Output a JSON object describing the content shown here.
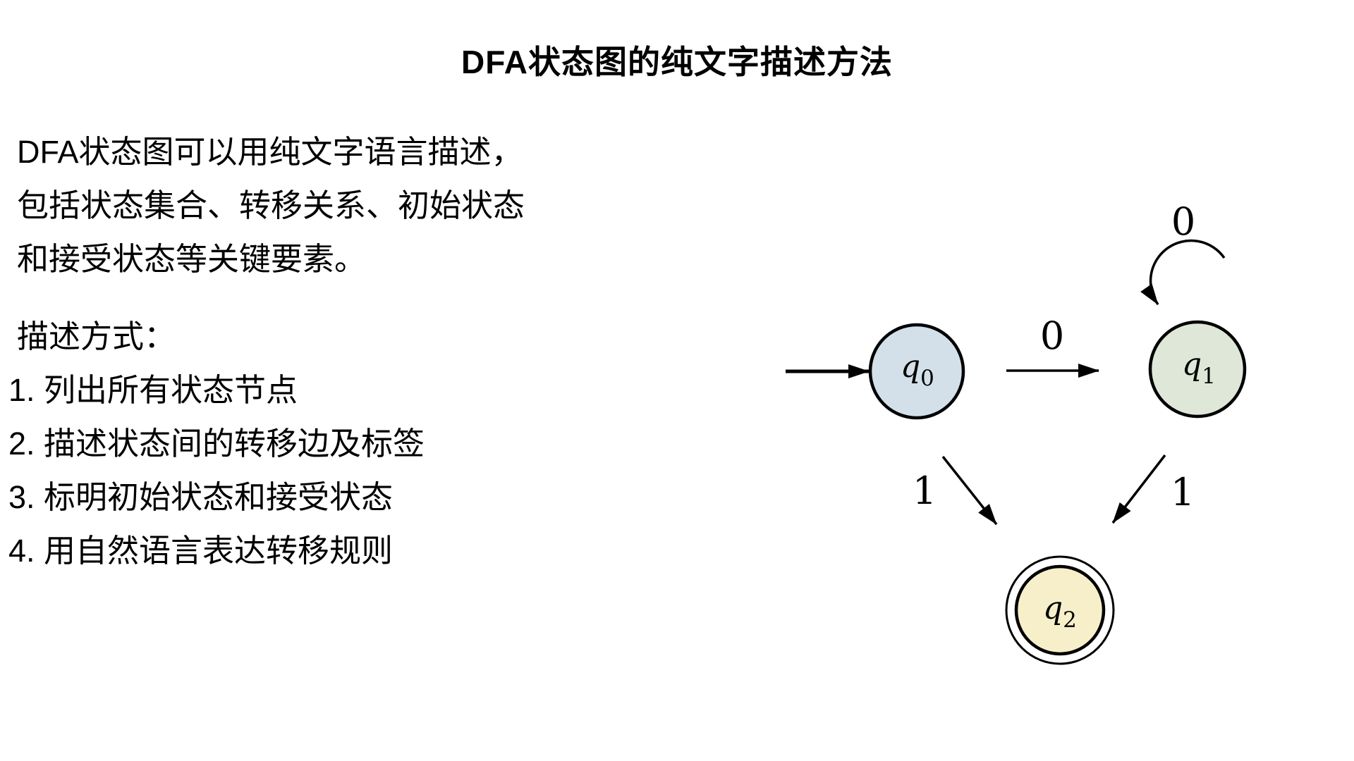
{
  "title": "DFA状态图的纯文字描述方法",
  "description": {
    "lines": [
      "DFA状态图可以用纯文字语言描述，",
      "包括状态集合、转移关系、初始状态",
      "和接受状态等关键要素。"
    ]
  },
  "method": {
    "heading": "描述方式：",
    "items": [
      "1. 列出所有状态节点",
      "2. 描述状态间的转移边及标签",
      "3. 标明初始状态和接受状态",
      "4. 用自然语言表达转移规则"
    ]
  },
  "diagram": {
    "states": [
      {
        "id": "q0",
        "symbol": "q",
        "subscript": "0",
        "role": "start",
        "fill": "#d3e0e9"
      },
      {
        "id": "q1",
        "symbol": "q",
        "subscript": "1",
        "role": "normal",
        "fill": "#dfe8d8"
      },
      {
        "id": "q2",
        "symbol": "q",
        "subscript": "2",
        "role": "accept",
        "fill": "#f6efca"
      }
    ],
    "transitions": [
      {
        "from": "q0",
        "to": "q1",
        "label": "0"
      },
      {
        "from": "q1",
        "to": "q1",
        "label": "0"
      },
      {
        "from": "q0",
        "to": "q2",
        "label": "1"
      },
      {
        "from": "q1",
        "to": "q2",
        "label": "1"
      }
    ],
    "colors": {
      "stroke": "#000000"
    }
  }
}
